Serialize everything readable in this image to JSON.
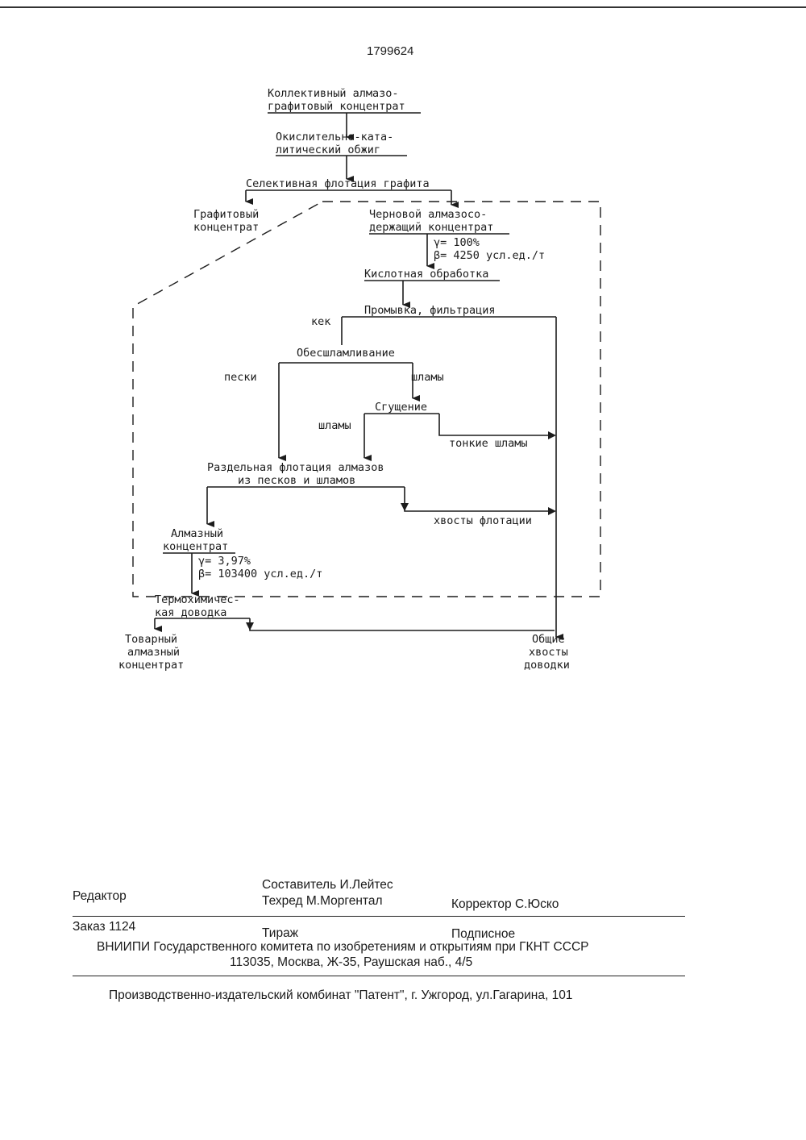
{
  "patent_number": "1799624",
  "flowsheet": {
    "n1": [
      "Коллективный алмазо-",
      "графитовый концентрат"
    ],
    "n2": [
      "Окислительно-ката-",
      "литический обжиг"
    ],
    "n3": "Селективная флотация графита",
    "n4": [
      "Графитовый",
      "концентрат"
    ],
    "n5": [
      "Черновой алмазосо-",
      "держащий концентрат"
    ],
    "n5_stats": [
      "γ= 100%",
      "β= 4250 усл.ед./т"
    ],
    "n6": "Кислотная обработка",
    "n7": "Промывка, фильтрация",
    "kek": "кек",
    "n8": "Обесшламливание",
    "peski": "пески",
    "shlamy_1": "шламы",
    "n9": "Сгущение",
    "shlamy_2": "шламы",
    "tonkie": "тонкие шламы",
    "n10": [
      "Раздельная флотация алмазов",
      "из песков и шламов"
    ],
    "khvosty": "хвосты флотации",
    "n11": [
      "Алмазный",
      "концентрат"
    ],
    "n11_stats": [
      "γ= 3,97%",
      "β= 103400 усл.ед./т"
    ],
    "n12": [
      "Термохимичес-",
      "кая доводка"
    ],
    "n13": [
      "Товарный",
      "алмазный",
      "концентрат"
    ],
    "n14": [
      "Общие",
      "хвосты",
      "доводки"
    ]
  },
  "imprint": {
    "editor": "Редактор",
    "compiler": "Составитель И.Лейтес",
    "techred": "Техред М.Моргентал",
    "corrector": "Корректор  С.Юско",
    "order": "Заказ  1124",
    "circulation": "Тираж",
    "subscription": "Подписное",
    "org": "ВНИИПИ Государственного комитета по изобретениям и открытиям при ГКНТ СССР",
    "address": "113035, Москва, Ж-35, Раушская наб., 4/5",
    "plant": "Производственно-издательский комбинат \"Патент\", г. Ужгород, ул.Гагарина, 101"
  }
}
